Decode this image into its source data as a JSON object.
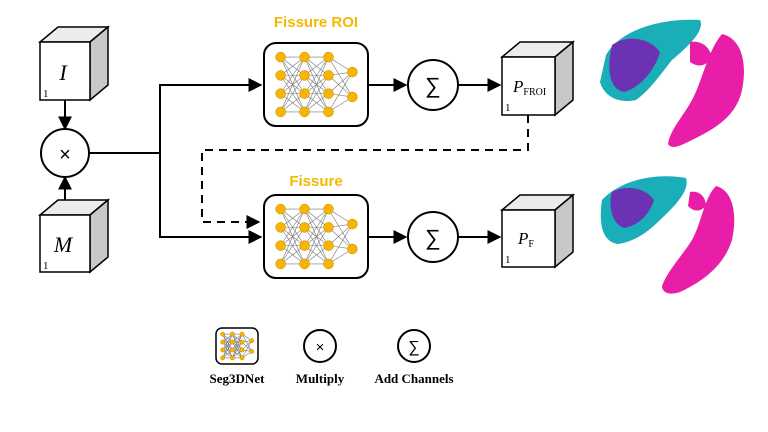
{
  "diagram": {
    "inputs": {
      "image_symbol": "I",
      "mask_symbol": "M",
      "cube_index": "1"
    },
    "stages": [
      {
        "title": "Fissure ROI",
        "output_symbol": "P",
        "output_subscript": "FROI",
        "cube_index": "1"
      },
      {
        "title": "Fissure",
        "output_symbol": "P",
        "output_subscript": "F",
        "cube_index": "1"
      }
    ],
    "operators": {
      "multiply_glyph": "×",
      "sum_glyph": "∑"
    },
    "legend": [
      {
        "icon": "seg3dnet-icon",
        "label": "Seg3DNet"
      },
      {
        "icon": "multiply-icon",
        "label": "Multiply"
      },
      {
        "icon": "sum-icon",
        "label": "Add Channels"
      }
    ],
    "colors": {
      "title_accent": "#f5b800",
      "neuron": "#f7b500",
      "lobe_teal": "#19aeb8",
      "lobe_purple": "#6b33b3",
      "lobe_magenta": "#e81ea8",
      "cube_side": "#c8c8c8",
      "cube_top": "#e8e8e8"
    }
  }
}
